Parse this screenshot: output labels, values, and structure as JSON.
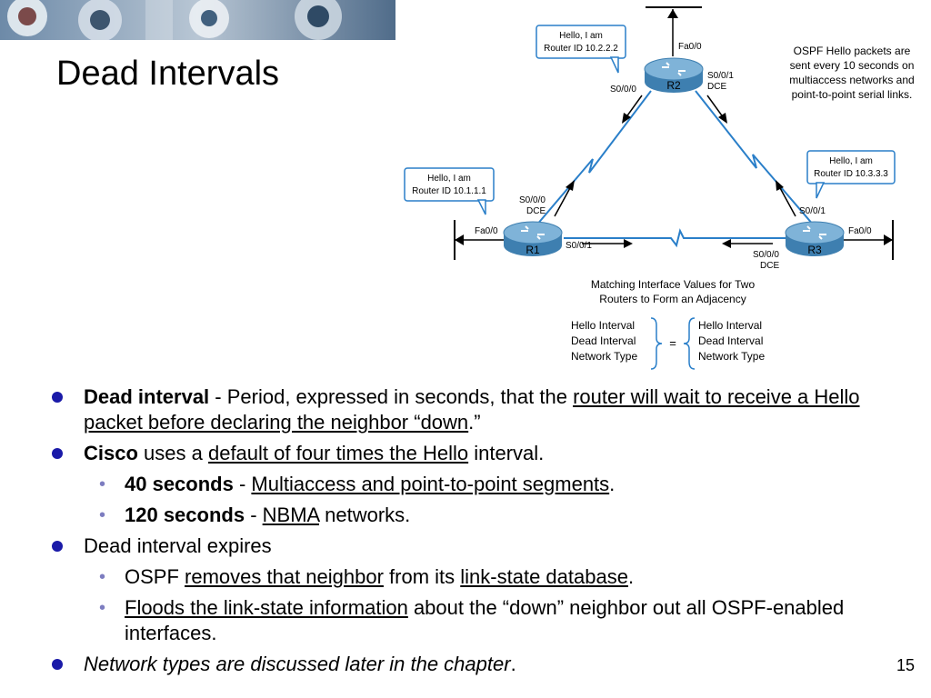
{
  "slide": {
    "title": "Dead Intervals",
    "page_number": "15"
  },
  "diagram": {
    "bubble_r2": [
      "Hello, I am",
      "Router ID 10.2.2.2"
    ],
    "bubble_r1": [
      "Hello, I am",
      "Router ID 10.1.1.1"
    ],
    "bubble_r3": [
      "Hello, I am",
      "Router ID 10.3.3.3"
    ],
    "note": [
      "OSPF Hello packets are",
      "sent every 10 seconds on",
      "multiaccess networks and",
      "point-to-point serial links."
    ],
    "r1": {
      "name": "R1",
      "fa": "Fa0/0",
      "s000": "S0/0/0",
      "dce": "DCE",
      "s001": "S0/0/1"
    },
    "r2": {
      "name": "R2",
      "fa": "Fa0/0",
      "s000": "S0/0/0",
      "s001": "S0/0/1",
      "dce": "DCE"
    },
    "r3": {
      "name": "R3",
      "fa": "Fa0/0",
      "s001": "S0/0/1",
      "s000": "S0/0/0",
      "dce": "DCE"
    },
    "match_caption": [
      "Matching Interface Values for Two",
      "Routers to Form an Adjacency"
    ],
    "left_values": [
      "Hello Interval",
      "Dead Interval",
      "Network Type"
    ],
    "right_values": [
      "Hello Interval",
      "Dead Interval",
      "Network Type"
    ],
    "equals": "="
  },
  "bullets": {
    "b1": {
      "term": "Dead interval",
      "sep": " -  Period, expressed in seconds, that the ",
      "link": "router will wait to receive a Hello packet before declaring the neighbor “down",
      "end": ".”"
    },
    "b2": {
      "term": "Cisco",
      "pre": " uses a ",
      "link": "default of four times the Hello",
      "post": " interval."
    },
    "b2a": {
      "term": "40 seconds",
      "sep": " - ",
      "link": "Multiaccess and point-to-point segments",
      "end": "."
    },
    "b2b": {
      "term": "120 seconds",
      "sep": " - ",
      "link": "NBMA",
      "post": " networks."
    },
    "b3": {
      "text": "Dead interval expires"
    },
    "b3a": {
      "pre": "OSPF ",
      "link1": "removes that neighbor",
      "mid": " from its ",
      "link2": "link-state database",
      "end": "."
    },
    "b3b": {
      "link": "Floods the link-state information",
      "post": " about the “down” neighbor out all OSPF-enabled interfaces."
    },
    "b4": {
      "text": "Network types are discussed later in the chapter",
      "end": "."
    }
  },
  "bullet_marker": "•",
  "colors": {
    "bullet": "#1a1aa8",
    "link_line": "#2a7fc9",
    "router": "#4a8fc0"
  }
}
